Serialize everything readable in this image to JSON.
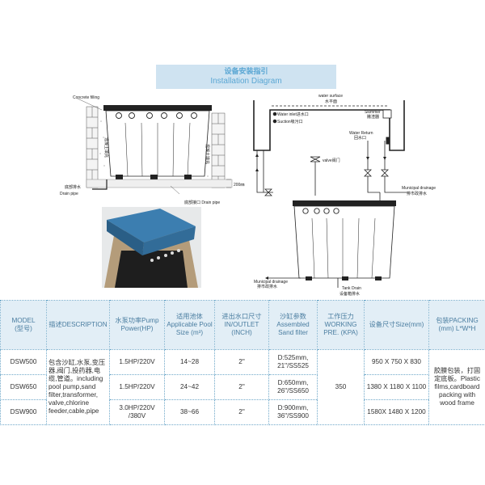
{
  "header": {
    "title_cn": "设备安装指引",
    "title_en": "Installation Diagram"
  },
  "left_diagram": {
    "concrete_filling": "Concrete filling",
    "side_label_left": "混凝土填充",
    "side_label_right": "混凝土填充",
    "drain_cn": "底部排水",
    "drain_pipe": "Drain pipe",
    "drain_pipe_bottom": "底部接口 Drain pipe",
    "thickness": "200㎜"
  },
  "right_diagram": {
    "water_surface": "water surface",
    "water_surface_cn": "水平面",
    "water_inlet": "Water inlet进水口",
    "suction": "Suction吸污口",
    "skimmer": "Skimmer",
    "skimmer_cn": "撇渣器",
    "water_return": "Water Return",
    "water_return_cn": "回水口",
    "valve": "valve阀门",
    "municipal_drainage_right": "Municipal drainage",
    "municipal_drainage_right_cn": "排市政排水",
    "municipal_drainage_left": "Municipal drainage",
    "municipal_drainage_left_cn": "排市政排水",
    "tank_drain": "Tank Drain",
    "tank_drain_cn": "设备箱排水"
  },
  "table": {
    "headers": [
      "MODEL\n(型号)",
      "描述DESCRIPTION",
      "水泵功率Pump Power(HP)",
      "适用池体 Applicable Pool Size (m³)",
      "进出水口尺寸 IN/OUTLET (INCH)",
      "沙缸参数 Assembled Sand filter",
      "工作压力 WORKING PRE. (KPA)",
      "设备尺寸Size(mm)",
      "包装PACKING (mm) L*W*H"
    ],
    "description": "包含沙缸,水泵,变压器,阀门,投药器,电缆,管道。including pool pump,sand filter,transformer, valve,chlorine feeder,cable,pipe",
    "pressure": "350",
    "packing": "胶膜包装，打固定底板。Plastic films,cardboard packing with wood frame",
    "rows": [
      {
        "model": "DSW500",
        "power": "1.5HP/220V",
        "pool": "14~28",
        "inlet": "2\"",
        "filter": "D:525mm, 21\"/SS525",
        "size": "950 X 750 X 830"
      },
      {
        "model": "DSW650",
        "power": "1.5HP/220V",
        "pool": "24~42",
        "inlet": "2\"",
        "filter": "D:650mm, 26\"/SS650",
        "size": "1380 X 1180 X 1100"
      },
      {
        "model": "DSW900",
        "power": "3.0HP/220V /380V",
        "pool": "38~66",
        "inlet": "2\"",
        "filter": "D:900mm, 36\"/SS900",
        "size": "1580X 1480 X 1200"
      }
    ]
  }
}
